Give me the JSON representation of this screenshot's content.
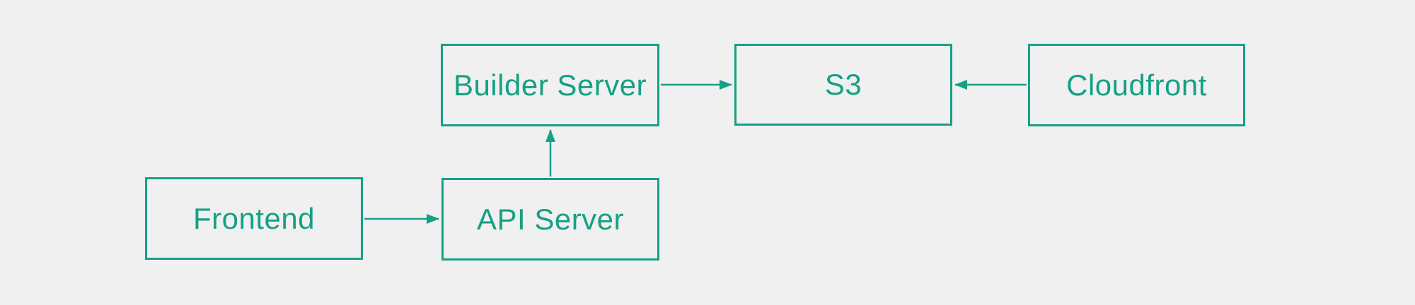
{
  "diagram": {
    "colors": {
      "accent": "#16a085",
      "background": "#f0f0f0"
    },
    "nodes": [
      {
        "id": "builder-server",
        "label": "Builder Server"
      },
      {
        "id": "s3",
        "label": "S3"
      },
      {
        "id": "cloudfront",
        "label": "Cloudfront"
      },
      {
        "id": "frontend",
        "label": "Frontend"
      },
      {
        "id": "api-server",
        "label": "API Server"
      }
    ],
    "edges": [
      {
        "from": "builder-server",
        "to": "s3",
        "direction": "right"
      },
      {
        "from": "cloudfront",
        "to": "s3",
        "direction": "left"
      },
      {
        "from": "api-server",
        "to": "builder-server",
        "direction": "up"
      },
      {
        "from": "frontend",
        "to": "api-server",
        "direction": "right"
      }
    ]
  }
}
